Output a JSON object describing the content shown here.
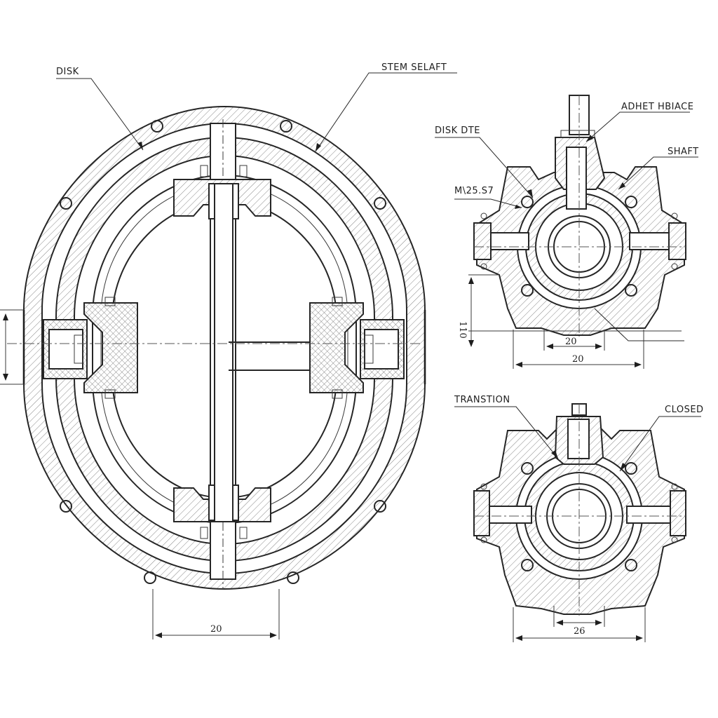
{
  "labels": {
    "disk": "DISK",
    "stem_shaft": "STEM SELAFT",
    "disk_dte": "DISK DTE",
    "adhet": "ADHET HBIACE",
    "shaft": "SHAFT",
    "m_size": "M\\25.S7",
    "transition": "TRANSTION",
    "closed": "CLOSED"
  },
  "dimensions": {
    "main_width": "20",
    "top_inner": "20",
    "top_outer": "20",
    "top_height": "110",
    "bottom_width": "26"
  },
  "colors": {
    "ink": "#262626",
    "paper": "#ffffff"
  }
}
